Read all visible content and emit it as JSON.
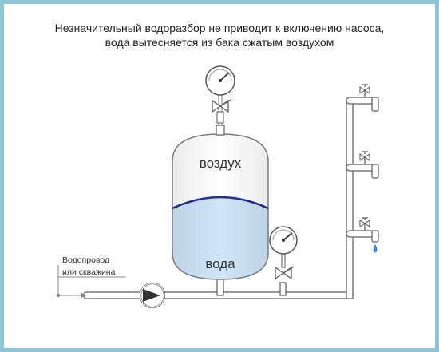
{
  "title_line1": "Незначительный водоразбор не приводит к включению насоса,",
  "title_line2": "вода вытесняется из бака сжатым воздухом",
  "tank": {
    "air_label": "воздух",
    "water_label": "вода"
  },
  "inlet": {
    "label_line1": "Водопровод",
    "label_line2": "или скважина"
  },
  "colors": {
    "frame": "#8ec6d6",
    "pipe_stroke": "#7a7a7a",
    "water": "#cfe6f8",
    "membrane": "#1f2d8c"
  },
  "icons": [
    "pressure-gauge-icon",
    "valve-icon",
    "pump-icon",
    "faucet-icon",
    "water-drop-icon"
  ]
}
